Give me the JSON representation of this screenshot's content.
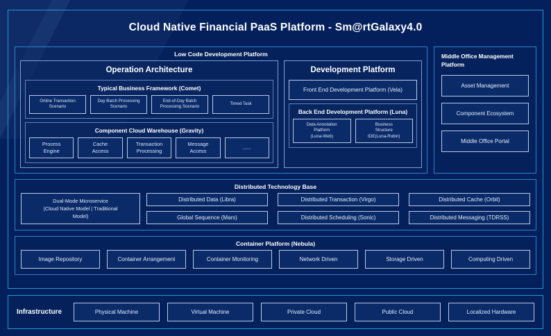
{
  "page": {
    "title": "Cloud Native Financial PaaS Platform - Sm@rtGalaxy4.0",
    "accent_border": "#1f9ad6",
    "background": "#04205c",
    "box_fill": "#0a2a68"
  },
  "low_code": {
    "title": "Low Code Development Platform",
    "operation_architecture": {
      "title": "Operation Architecture",
      "groups": [
        {
          "title": "Typical Business Framework (Comet)",
          "items": [
            "Online Transaction\nScenario",
            "Day Batch Processing\nScenario",
            "End-of-Day Batch\nProcessing Scenario",
            "Timed Task"
          ]
        },
        {
          "title": "Component Cloud Warehouse (Gravity)",
          "items": [
            "Process\nEngine",
            "Cache\nAccess",
            "Transaction\nProcessing",
            "Message\nAccess",
            "......"
          ]
        }
      ]
    },
    "development_platform": {
      "title": "Development Platform",
      "front_end": "Front End Development Platform (Vela)",
      "back_end": {
        "title": "Back End Development Platform (Luna)",
        "items": [
          "Data Annotation\nPlatform\n(Luna-Web)",
          "Business\nStructure\nIDE(Luna-Robin)"
        ]
      }
    }
  },
  "middle_office": {
    "title": "Middle Office Management Platform",
    "items": [
      "Asset Management",
      "Component Ecosystem",
      "Middle Office Portal"
    ]
  },
  "distributed_technology_base": {
    "title": "Distributed Technology Base",
    "dual_mode": "Dual-Mode Microservice\n(Cloud Native Model | Traditional\nModel)",
    "items": [
      "Distributed Data (Libra)",
      "Distributed Transaction (Virgo)",
      "Distributed Cache (Orbit)",
      "Global Sequence (Mars)",
      "Distributed Scheduling (Sonic)",
      "Distributed Messaging (TDRSS)"
    ]
  },
  "container_platform": {
    "title": "Container Platform (Nebula)",
    "items": [
      "Image Repository",
      "Container Arrangement",
      "Container Monitoring",
      "Network Driven",
      "Storage Driven",
      "Computing Driven"
    ]
  },
  "infrastructure": {
    "label": "Infrastructure",
    "items": [
      "Physical Machine",
      "Virtual Machine",
      "Private Cloud",
      "Public Cloud",
      "Localized Hardware"
    ]
  }
}
